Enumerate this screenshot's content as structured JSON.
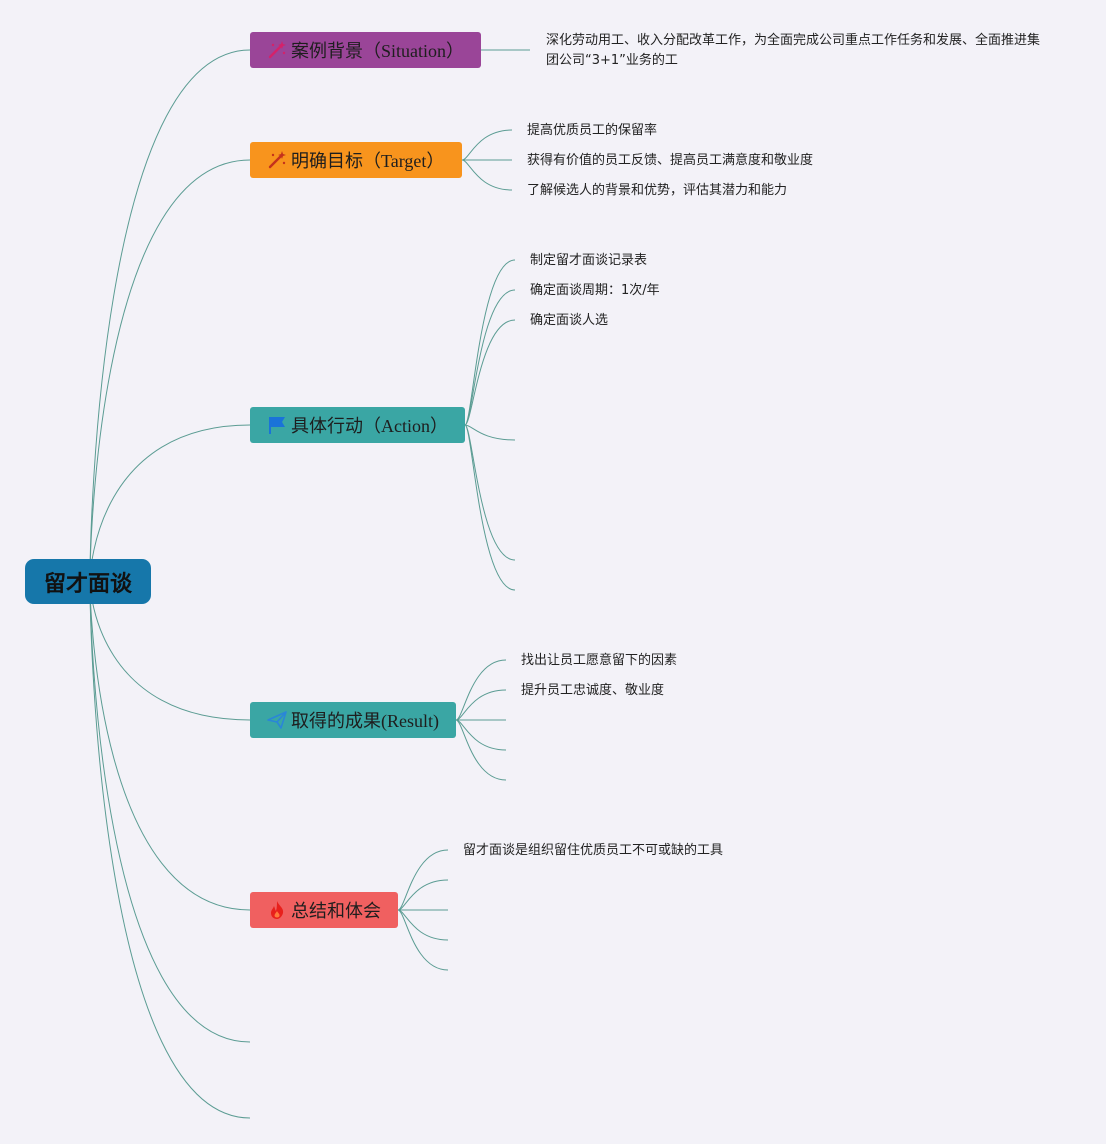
{
  "root": {
    "label": "留才面谈"
  },
  "branches": [
    {
      "label": "案例背景（Situation）",
      "color": "#9a4598",
      "icon": "magic-wand-icon",
      "items": [
        "深化劳动用工、收入分配改革工作，为全面完成公司重点工作任务和发展、全面推进集团公司“3+1”业务的工"
      ]
    },
    {
      "label": "明确目标（Target）",
      "color": "#f8941d",
      "icon": "magic-wand-icon",
      "items": [
        "提高优质员工的保留率",
        "获得有价值的员工反馈、提高员工满意度和敬业度",
        "了解候选人的背景和优势，评估其潜力和能力"
      ]
    },
    {
      "label": "具体行动（Action）",
      "color": "#3aa6a4",
      "icon": "flag-icon",
      "items": [
        "制定留才面谈记录表",
        "确定面谈周期：1次/年",
        "确定面谈人选"
      ]
    },
    {
      "label": "取得的成果(Result)",
      "color": "#3aa6a4",
      "icon": "paper-plane-icon",
      "items": [
        "找出让员工愿意留下的因素",
        "提升员工忠诚度、敬业度"
      ]
    },
    {
      "label": "总结和体会",
      "color": "#f06060",
      "icon": "fire-icon",
      "items": [
        "留才面谈是组织留住优质员工不可或缺的工具"
      ]
    }
  ],
  "colors": {
    "line": "#5b9c93"
  }
}
